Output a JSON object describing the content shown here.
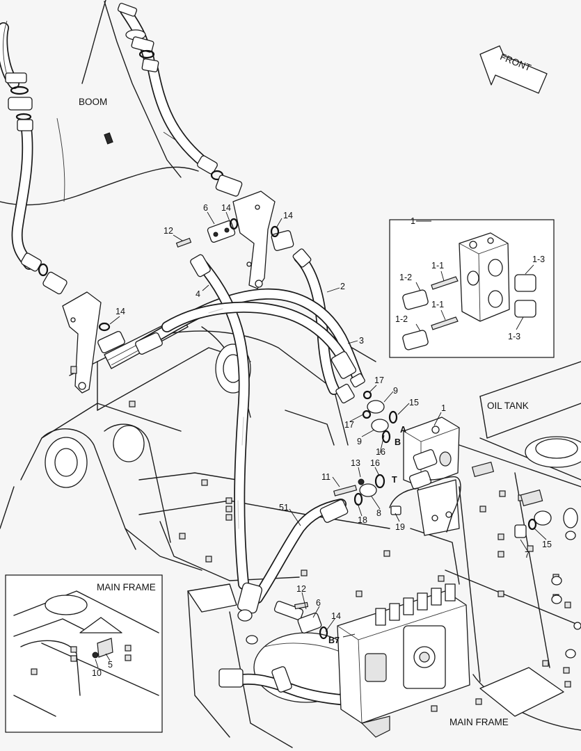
{
  "area_labels": {
    "boom": "BOOM",
    "oil_tank": "OIL TANK",
    "main_frame": "MAIN FRAME",
    "inset_main_frame": "MAIN FRAME",
    "front": "FRONT"
  },
  "port_labels": [
    "A",
    "B",
    "T",
    "B7"
  ],
  "callouts": [
    {
      "id": "c-6",
      "text": "6"
    },
    {
      "id": "c-14a",
      "text": "14"
    },
    {
      "id": "c-14b",
      "text": "14"
    },
    {
      "id": "c-12a",
      "text": "12"
    },
    {
      "id": "c-4",
      "text": "4"
    },
    {
      "id": "c-2",
      "text": "2"
    },
    {
      "id": "c-14c",
      "text": "14"
    },
    {
      "id": "c-3",
      "text": "3"
    },
    {
      "id": "c-17a",
      "text": "17"
    },
    {
      "id": "c-9a",
      "text": "9"
    },
    {
      "id": "c-15a",
      "text": "15"
    },
    {
      "id": "c-17b",
      "text": "17"
    },
    {
      "id": "c-9b",
      "text": "9"
    },
    {
      "id": "c-1",
      "text": "1"
    },
    {
      "id": "c-16a",
      "text": "16"
    },
    {
      "id": "c-13",
      "text": "13"
    },
    {
      "id": "c-16b",
      "text": "16"
    },
    {
      "id": "c-11",
      "text": "11"
    },
    {
      "id": "c-51",
      "text": "51"
    },
    {
      "id": "c-18",
      "text": "18"
    },
    {
      "id": "c-8",
      "text": "8"
    },
    {
      "id": "c-19",
      "text": "19"
    },
    {
      "id": "c-7",
      "text": "7"
    },
    {
      "id": "c-15b",
      "text": "15"
    },
    {
      "id": "c-12b",
      "text": "12"
    },
    {
      "id": "c-6b",
      "text": "6"
    },
    {
      "id": "c-14d",
      "text": "14"
    },
    {
      "id": "c-10",
      "text": "10"
    },
    {
      "id": "c-5",
      "text": "5"
    }
  ],
  "detail_callouts": [
    {
      "id": "d-1",
      "text": "1"
    },
    {
      "id": "d-1-1a",
      "text": "1-1"
    },
    {
      "id": "d-1-2a",
      "text": "1-2"
    },
    {
      "id": "d-1-3a",
      "text": "1-3"
    },
    {
      "id": "d-1-1b",
      "text": "1-1"
    },
    {
      "id": "d-1-2b",
      "text": "1-2"
    },
    {
      "id": "d-1-3b",
      "text": "1-3"
    }
  ]
}
